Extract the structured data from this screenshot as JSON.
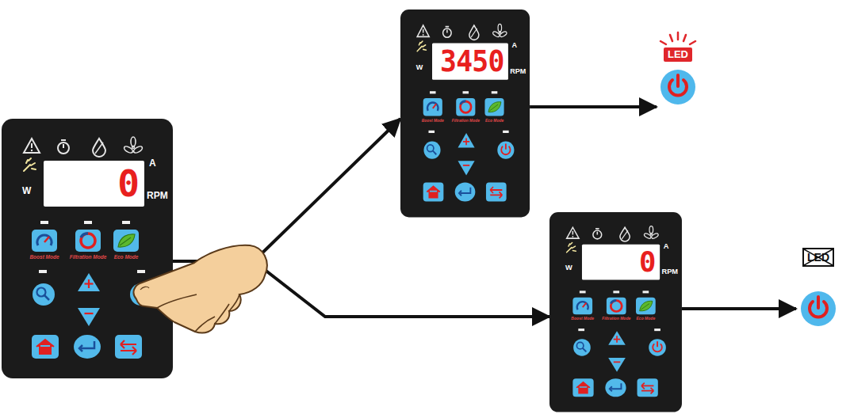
{
  "diagram": {
    "nodes": [
      {
        "text": [
          "A",
          "W",
          "RPM",
          "Boost Mode",
          "Filtration Mode",
          "Eco Mode"
        ]
      },
      {
        "text": [
          "0"
        ],
        "in": 0
      },
      {
        "text": [
          "A",
          "W",
          "RPM",
          "Boost Mode",
          "Filtration Mode",
          "Eco Mode"
        ]
      },
      {
        "text": [
          "3450"
        ],
        "in": 2
      },
      {
        "text": [
          "A",
          "W",
          "RPM",
          "Boost Mode",
          "Filtration Mode",
          "Eco Mode"
        ]
      },
      {
        "text": [
          "0"
        ],
        "in": 4
      },
      {
        "text": [
          "LED"
        ]
      },
      {
        "text": [
          "LED"
        ]
      }
    ],
    "edges": [
      {
        "from": 0,
        "to": 2,
        "arrow": "to"
      },
      {
        "from": 0,
        "to": 4,
        "arrow": "to"
      },
      {
        "from": 2,
        "to": 6,
        "arrow": "to"
      },
      {
        "from": 4,
        "to": 7,
        "arrow": "to"
      }
    ]
  }
}
